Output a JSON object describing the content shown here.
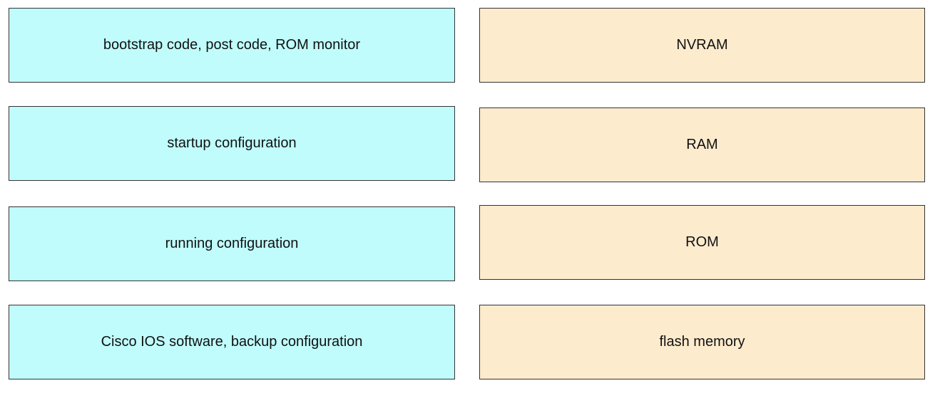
{
  "left_items": [
    "bootstrap code, post code, ROM monitor",
    "startup configuration",
    "running configuration",
    "Cisco IOS software, backup configuration"
  ],
  "right_items": [
    "NVRAM",
    "RAM",
    "ROM",
    "flash memory"
  ],
  "colors": {
    "left_fill": "#c0fcfc",
    "right_fill": "#fdebcd",
    "border": "#333333"
  }
}
